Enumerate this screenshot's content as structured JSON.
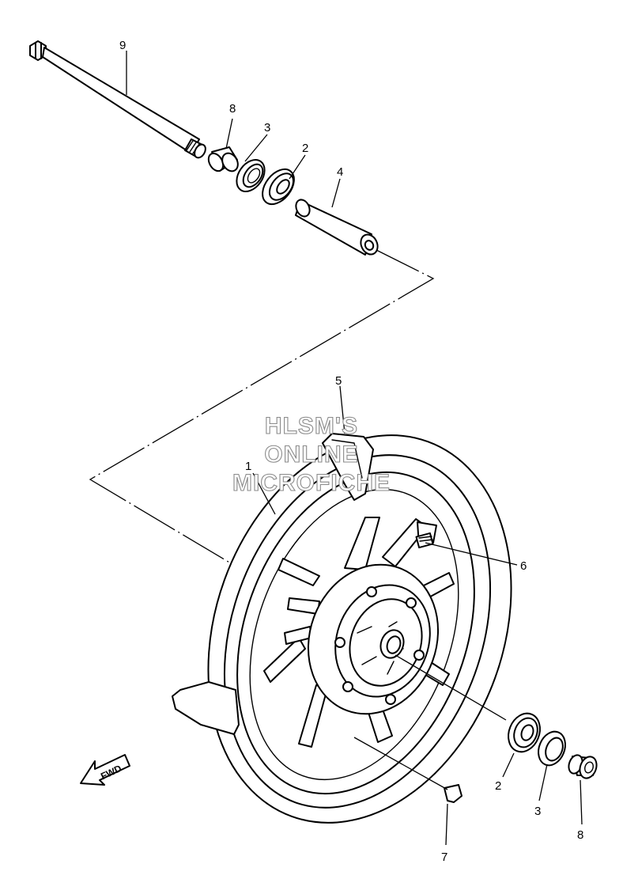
{
  "watermark": {
    "line1": "HLSM'S",
    "line2": "ONLINE",
    "line3": "MICROFICHE"
  },
  "direction_indicator": "FWD",
  "callouts": {
    "wheel": "1",
    "bearing_upper": "2",
    "oil_seal_upper": "3",
    "spacer": "4",
    "tire": "5",
    "valve": "6",
    "balance_weight": "7",
    "collar_upper": "8",
    "axle": "9",
    "bearing_lower": "2",
    "oil_seal_lower": "3",
    "collar_lower": "8"
  }
}
